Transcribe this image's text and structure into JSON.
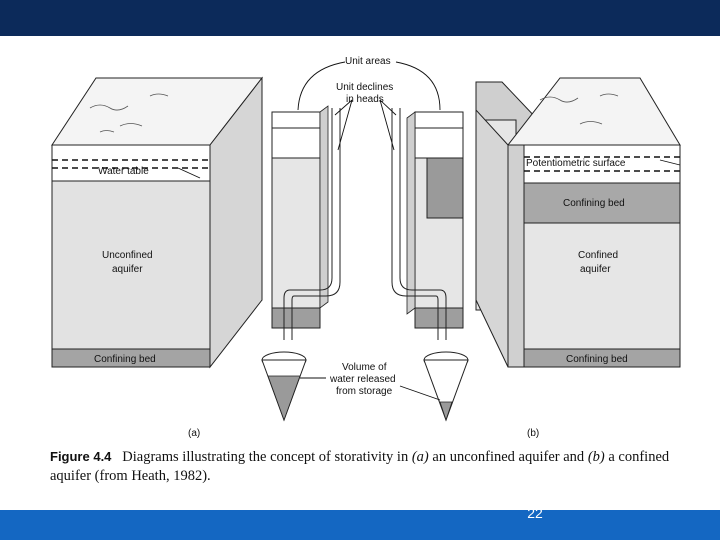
{
  "colors": {
    "top_bar": "#0c2a5a",
    "bottom_bar": "#1467c2"
  },
  "diagram": {
    "labels": {
      "unit_areas": "Unit areas",
      "unit_declines_1": "Unit declines",
      "unit_declines_2": "in heads",
      "water_table": "Water table",
      "potentiometric_surface": "Potentiometric surface",
      "confining_bed_top_b": "Confining bed",
      "unconfined_1": "Unconfined",
      "unconfined_2": "aquifer",
      "confined_1": "Confined",
      "confined_2": "aquifer",
      "confining_bed_a": "Confining bed",
      "confining_bed_b": "Confining bed",
      "volume_1": "Volume of",
      "volume_2": "water released",
      "volume_3": "from storage",
      "panel_a": "(a)",
      "panel_b": "(b)"
    }
  },
  "caption": {
    "figure_label": "Figure 4.4",
    "text_1": "Diagrams illustrating the concept of storativity in",
    "a": "(a)",
    "text_2": "an unconfined aquifer and",
    "b": "(b)",
    "text_3": "a confined aquifer (from Heath, 1982)."
  },
  "slide_number": "22"
}
